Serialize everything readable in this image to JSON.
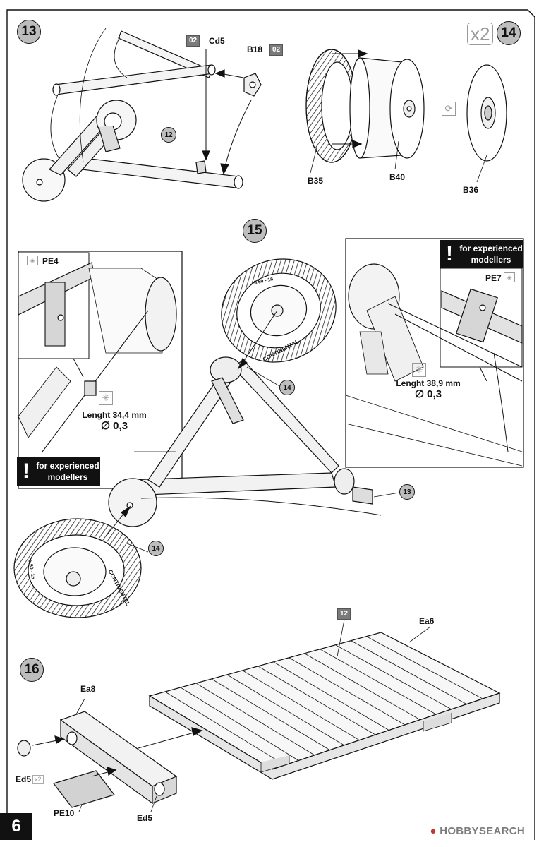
{
  "page": {
    "number": "6"
  },
  "watermark": {
    "brand": "HOBBY",
    "suffix": "SEARCH"
  },
  "step13": {
    "number": "13",
    "parts": {
      "cd5": "Cd5",
      "b18": "B18",
      "ref12": "12"
    },
    "tag_cd5": "02",
    "tag_b18": "02"
  },
  "step14": {
    "number": "14",
    "multiplier": "x2",
    "parts": {
      "b35": "B35",
      "b40": "B40",
      "b36": "B36"
    },
    "icon": "rotate-icon"
  },
  "step15": {
    "number": "15",
    "ref14a": "14",
    "ref14b": "14",
    "ref13": "13",
    "inset_left": {
      "part": "PE4",
      "note_length": "Lenght 34,4 mm",
      "note_diameter": "∅ 0,3",
      "banner_mark": "!",
      "banner_line1": "for experienced",
      "banner_line2": "modellers"
    },
    "inset_right": {
      "part": "PE7",
      "note_length": "Lenght 38,9 mm",
      "note_diameter": "∅ 0,3",
      "banner_mark": "!",
      "banner_line1": "for experienced",
      "banner_line2": "modellers"
    },
    "tire_text": "CONTINENTAL",
    "tire_size": "5.50 - 16"
  },
  "step16": {
    "number": "16",
    "tag": "12",
    "parts": {
      "ea6": "Ea6",
      "ea8": "Ea8",
      "ed5a": "Ed5",
      "ed5_mult": "x2",
      "ed5b": "Ed5",
      "pe10": "PE10"
    }
  },
  "colors": {
    "accent": "#bdbdbd",
    "ink": "#111111",
    "tag": "#7a7a7a"
  }
}
